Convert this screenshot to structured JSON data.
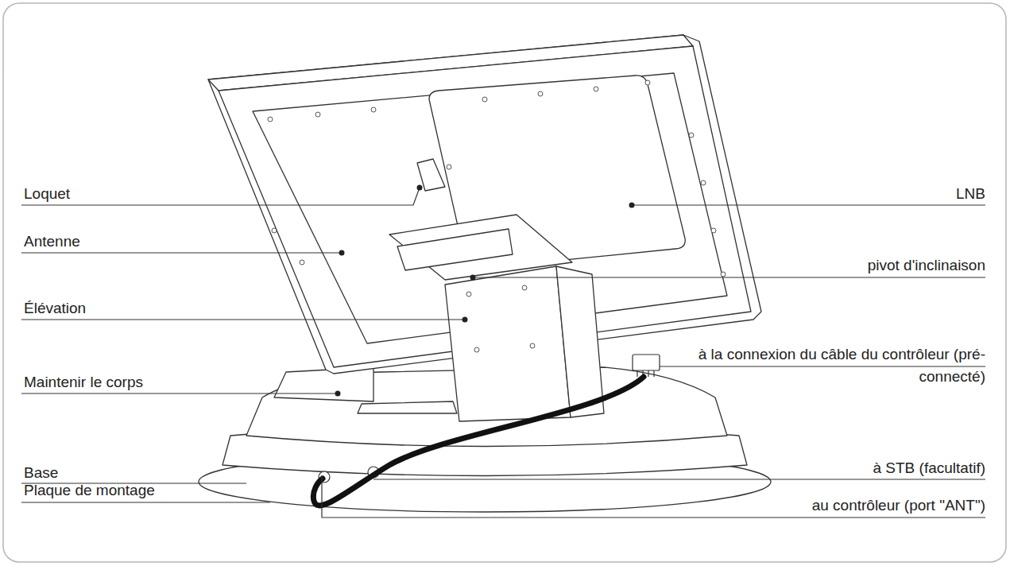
{
  "diagram": {
    "labels": [
      "Loquet",
      "LNB",
      "Antenne",
      "pivot d'inclinaison",
      "Élévation",
      "à la connexion du câble du contrôleur (pré-connecté)",
      "Maintenir le corps",
      "Base",
      "à STB (facultatif)",
      "Plaque de montage",
      "au contrôleur (port \"ANT\")"
    ]
  }
}
